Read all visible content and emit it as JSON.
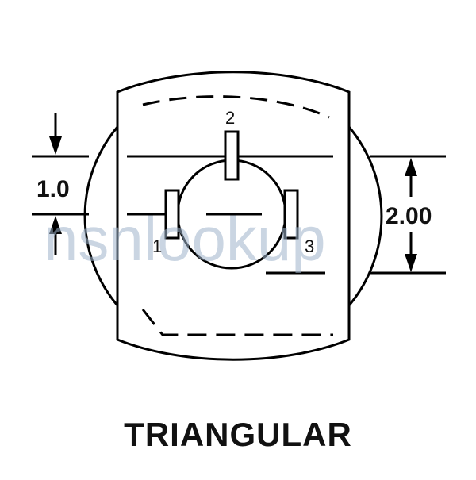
{
  "diagram": {
    "caption": "TRIANGULAR",
    "left_dimension": "1.0",
    "right_dimension": "2.00",
    "pins": [
      "1",
      "2",
      "3"
    ],
    "watermark": "nsnlookup",
    "line_color": "#000000",
    "watermark_color": "#9fb4cc"
  }
}
